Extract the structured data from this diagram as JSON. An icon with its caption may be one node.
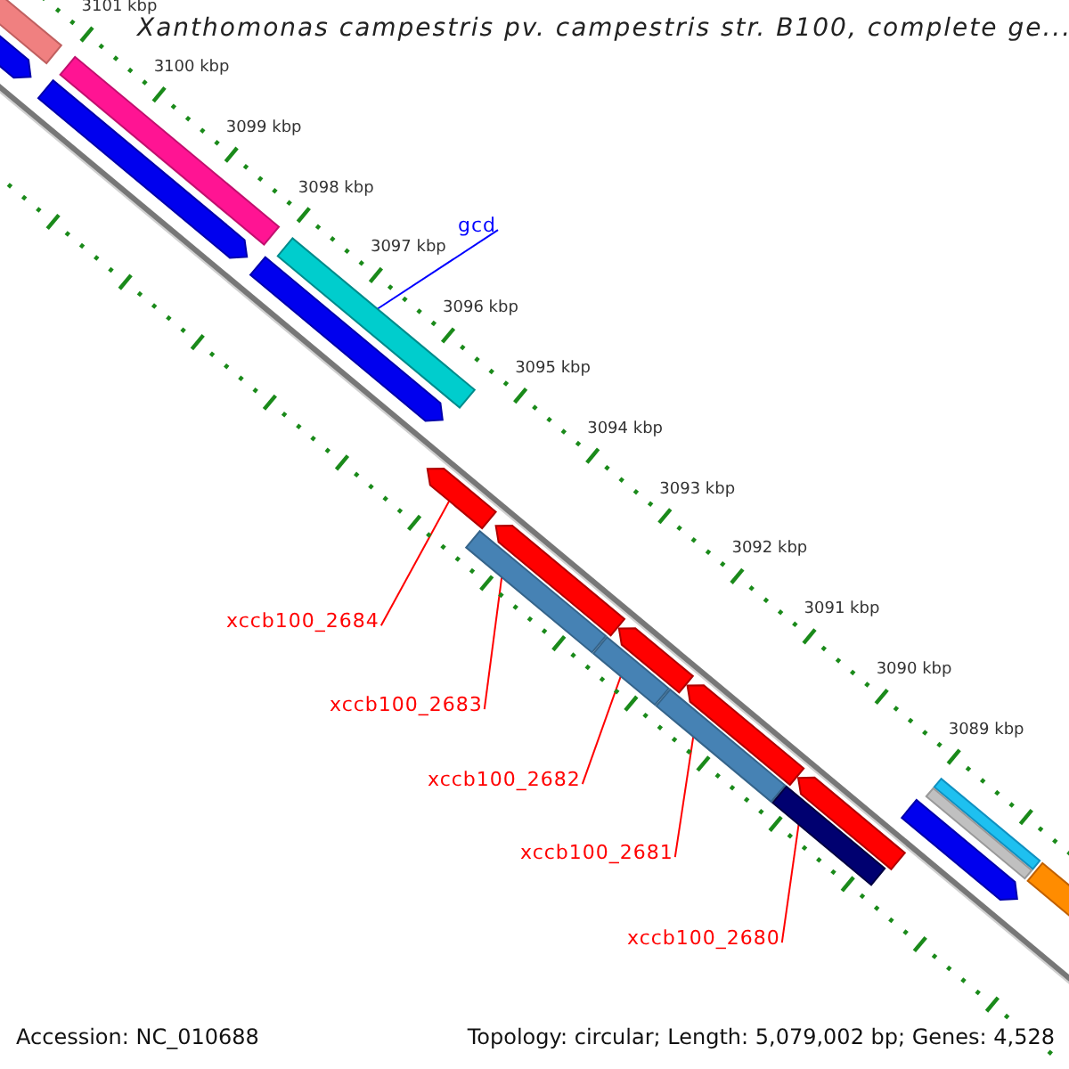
{
  "diagram": {
    "title": "Xanthomonas campestris pv. campestris str. B100, complete ge...",
    "nodes": [
      {
        "text": [
          "gcd"
        ]
      },
      {
        "text": [],
        "shape": "bar"
      },
      {
        "text": [
          "xccb100_2684"
        ]
      },
      {
        "text": [],
        "shape": "bar"
      },
      {
        "text": [
          "xccb100_2683"
        ]
      },
      {
        "text": [],
        "shape": "bar"
      },
      {
        "text": [
          "xccb100_2682"
        ]
      },
      {
        "text": [],
        "shape": "bar"
      },
      {
        "text": [
          "xccb100_2681"
        ]
      },
      {
        "text": [],
        "shape": "bar"
      },
      {
        "text": [
          "xccb100_2680"
        ]
      },
      {
        "text": [],
        "shape": "bar"
      },
      {
        "text": [],
        "shape": "bar"
      },
      {
        "text": [],
        "shape": "bar"
      },
      {
        "text": [],
        "shape": "bar"
      },
      {
        "text": [],
        "shape": "bar"
      },
      {
        "text": [],
        "shape": "bar"
      },
      {
        "text": [],
        "shape": "bar"
      },
      {
        "text": [],
        "shape": "bar"
      },
      {
        "text": [],
        "shape": "bar"
      },
      {
        "text": [],
        "shape": "bar"
      },
      {
        "text": [],
        "shape": "bar"
      },
      {
        "text": [],
        "shape": "bar"
      },
      {
        "text": [],
        "shape": "bar"
      },
      {
        "text": [],
        "shape": "bar"
      }
    ],
    "edges": [
      {
        "from": 0,
        "to": 1,
        "arrow": "none",
        "color": "#0000ff"
      },
      {
        "from": 2,
        "to": 3,
        "arrow": "none"
      },
      {
        "from": 4,
        "to": 5,
        "arrow": "none"
      },
      {
        "from": 6,
        "to": 7,
        "arrow": "none"
      },
      {
        "from": 8,
        "to": 9,
        "arrow": "none"
      },
      {
        "from": 10,
        "to": 11,
        "arrow": "none"
      }
    ],
    "labels": [
      "3101 kbp",
      "3100 kbp",
      "3099 kbp",
      "3098 kbp",
      "3097 kbp",
      "3096 kbp",
      "3095 kbp",
      "3094 kbp",
      "3093 kbp",
      "3092 kbp",
      "3091 kbp",
      "3090 kbp",
      "3089 kbp",
      "Accession: NC_010688",
      "Topology: circular; Length: 5,079,002 bp; Genes: 4,528"
    ]
  }
}
